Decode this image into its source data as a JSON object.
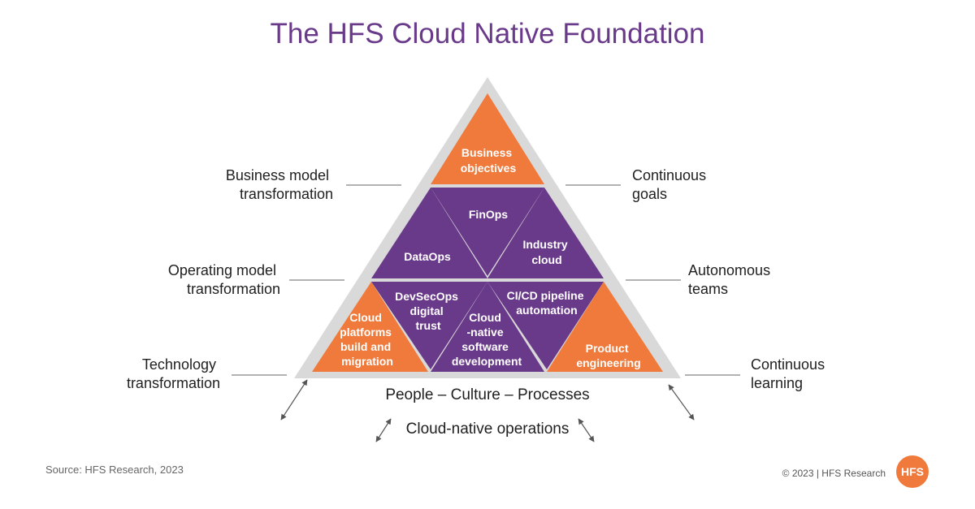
{
  "title": "The HFS Cloud Native Foundation",
  "colors": {
    "orange": "#ef7a3b",
    "purple": "#6a3a8a",
    "frame": "#d9d9d9",
    "text": "#1f1f1f"
  },
  "pyramid": {
    "top": [
      "Business",
      "objectives"
    ],
    "finops": [
      "FinOps"
    ],
    "dataops": [
      "DataOps"
    ],
    "industry_cloud": [
      "Industry",
      "cloud"
    ],
    "cloud_platforms": [
      "Cloud",
      "platforms",
      "build and",
      "migration"
    ],
    "devsecops": [
      "DevSecOps",
      "digital",
      "trust"
    ],
    "cloud_native_dev": [
      "Cloud",
      "-native",
      "software",
      "development"
    ],
    "cicd": [
      "CI/CD pipeline",
      "automation"
    ],
    "product_engineering": [
      "Product",
      "engineering"
    ]
  },
  "left_labels": {
    "business": [
      "Business model",
      "transformation"
    ],
    "operating": [
      "Operating model",
      "transformation"
    ],
    "technology": [
      "Technology",
      "transformation"
    ]
  },
  "right_labels": {
    "continuous_goals": [
      "Continuous",
      "goals"
    ],
    "autonomous": [
      "Autonomous",
      "teams"
    ],
    "continuous_learning": [
      "Continuous",
      "learning"
    ]
  },
  "base_label": "People – Culture – Processes",
  "operations_label": "Cloud-native operations",
  "source": "Source: HFS Research, 2023",
  "copyright": "© 2023 | HFS Research",
  "logo_text": "HFS"
}
